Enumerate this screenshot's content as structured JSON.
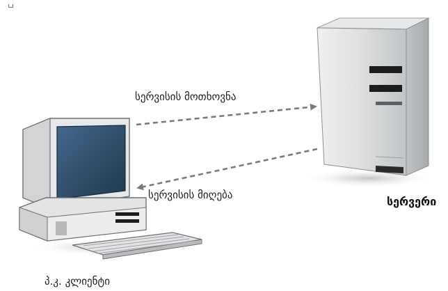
{
  "diagram": {
    "request_label": "სერვისის მოთხოვნა",
    "response_label": "სერვისის მიღება",
    "server_label": "სერვერი",
    "client_label": "პ.კ. კლიენტი"
  },
  "colors": {
    "arrow": "#7a7a7a",
    "monitor_screen": "#2f4f6e",
    "server_body": "#d9dadb",
    "server_slot": "#1c1c1c"
  },
  "icons": {
    "client": "desktop-computer-icon",
    "server": "tower-server-icon"
  }
}
